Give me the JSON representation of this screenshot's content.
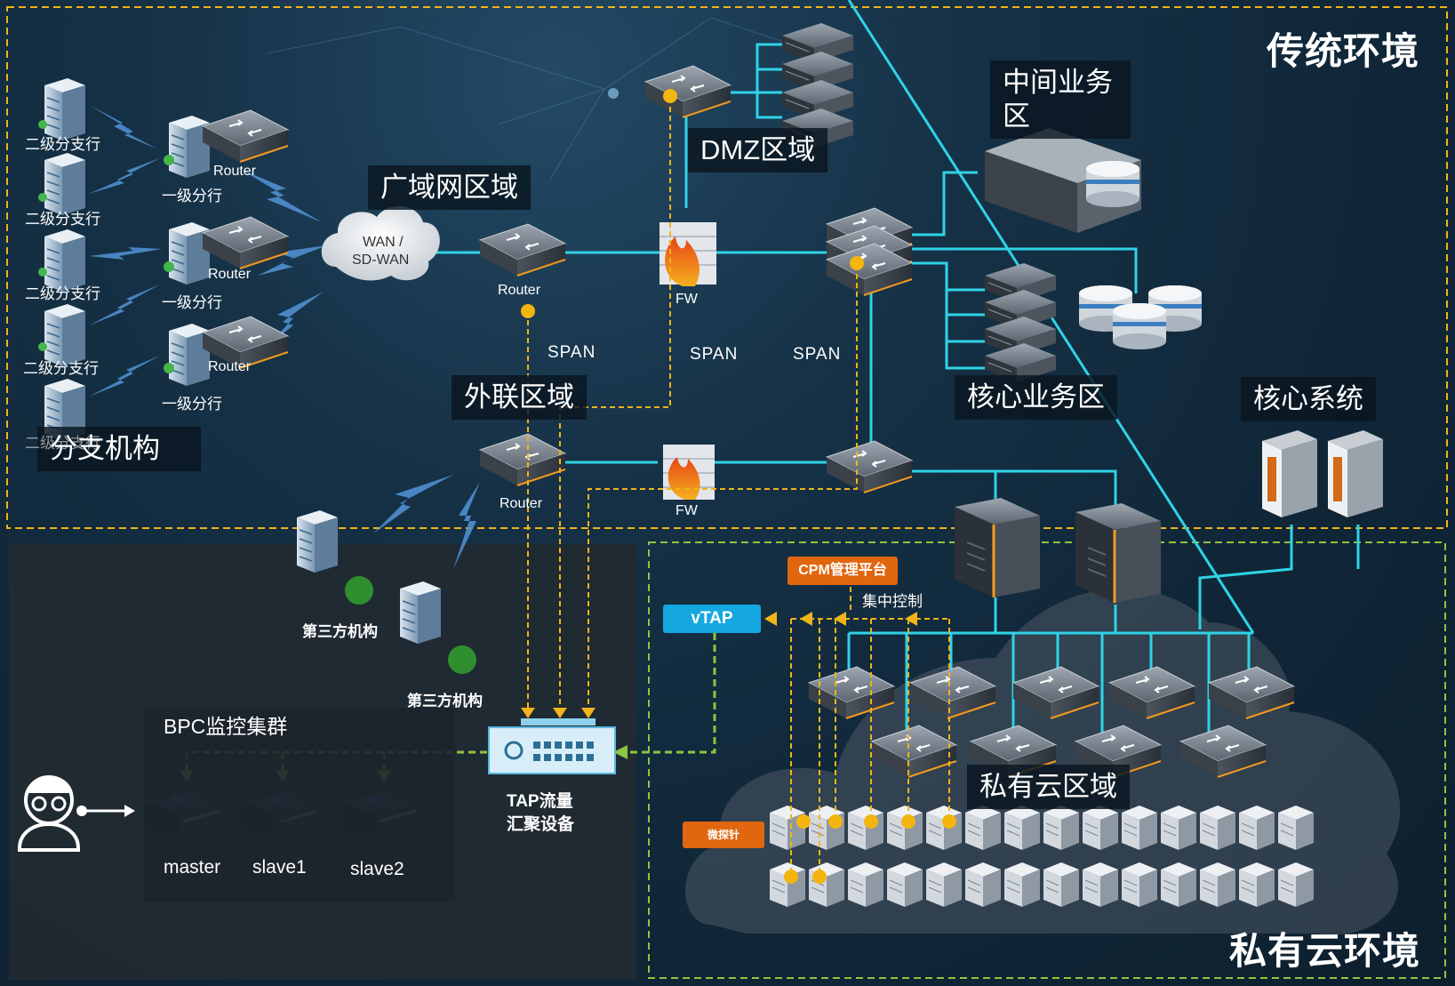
{
  "environments": {
    "traditional": "传统环境",
    "private_cloud": "私有云环境"
  },
  "zones": {
    "branch": "分支机构",
    "wan": "广域网区域",
    "dmz": "DMZ区域",
    "middle": "中间业务\n区",
    "core_business": "核心业务区",
    "external": "外联区域",
    "core_system": "核心系统",
    "private_cloud": "私有云区域",
    "bpc_cluster": "BPC监控集群"
  },
  "branch": {
    "secondary": [
      "二级分支行",
      "二级分支行",
      "二级分支行",
      "二级分支行",
      "二级分支行"
    ],
    "primary": [
      "一级分行",
      "一级分行",
      "一级分行"
    ],
    "router_labels": [
      "Router",
      "Router",
      "Router"
    ]
  },
  "wan_cloud": {
    "line1": "WAN /",
    "line2": "SD-WAN"
  },
  "devices": {
    "wan_router": "Router",
    "external_router": "Router",
    "fw_top": "FW",
    "fw_bottom": "FW"
  },
  "span_labels": [
    "SPAN",
    "SPAN",
    "SPAN"
  ],
  "third_party": [
    "第三方机构",
    "第三方机构"
  ],
  "cloud_tools": {
    "cpm": "CPM管理平台",
    "central_control": "集中控制",
    "vtap": "vTAP",
    "micro_probe": "微探针"
  },
  "tap": {
    "line1": "TAP流量",
    "line2": "汇聚设备"
  },
  "bpc_nodes": [
    "master",
    "slave1",
    "slave2"
  ],
  "colors": {
    "cyan_link": "#2fd3e6",
    "span_dash": "#f0b419",
    "cloud_dash": "#8dc63f",
    "orange_pill": "#e0660f",
    "vtap_blue": "#15a7e0"
  }
}
